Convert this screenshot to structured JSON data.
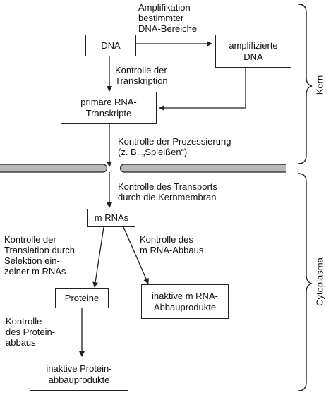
{
  "boxes": {
    "dna": "DNA",
    "amplified_line1": "amplifizierte",
    "amplified_line2": "DNA",
    "primary_line1": "primäre RNA-",
    "primary_line2": "Transkripte",
    "mrnas": "m RNAs",
    "proteins": "Proteine",
    "inactive_rna_line1": "inaktive m RNA-",
    "inactive_rna_line2": "Abbauprodukte",
    "inactive_protein_line1": "inaktive Protein-",
    "inactive_protein_line2": "abbauprodukte"
  },
  "labels": {
    "amplification": [
      "Amplifikation",
      "bestimmter",
      "DNA-Bereiche"
    ],
    "transcription": [
      "Kontrolle der",
      "Transkription"
    ],
    "processing": [
      "Kontrolle der Prozessierung",
      "(z. B. „Spleißen“)"
    ],
    "transport": [
      "Kontrolle des Transports",
      "durch die Kernmembran"
    ],
    "translation": [
      "Kontrolle der",
      "Translation durch",
      "Selektion ein-",
      "zelner m RNAs"
    ],
    "rna_degradation": [
      "Kontrolle des",
      "m RNA-Abbaus"
    ],
    "protein_degradation": [
      "Kontrolle",
      "des Protein-",
      "abbaus"
    ]
  },
  "compartments": {
    "nucleus": "Kern",
    "cytoplasm": "Cytoplasma"
  }
}
